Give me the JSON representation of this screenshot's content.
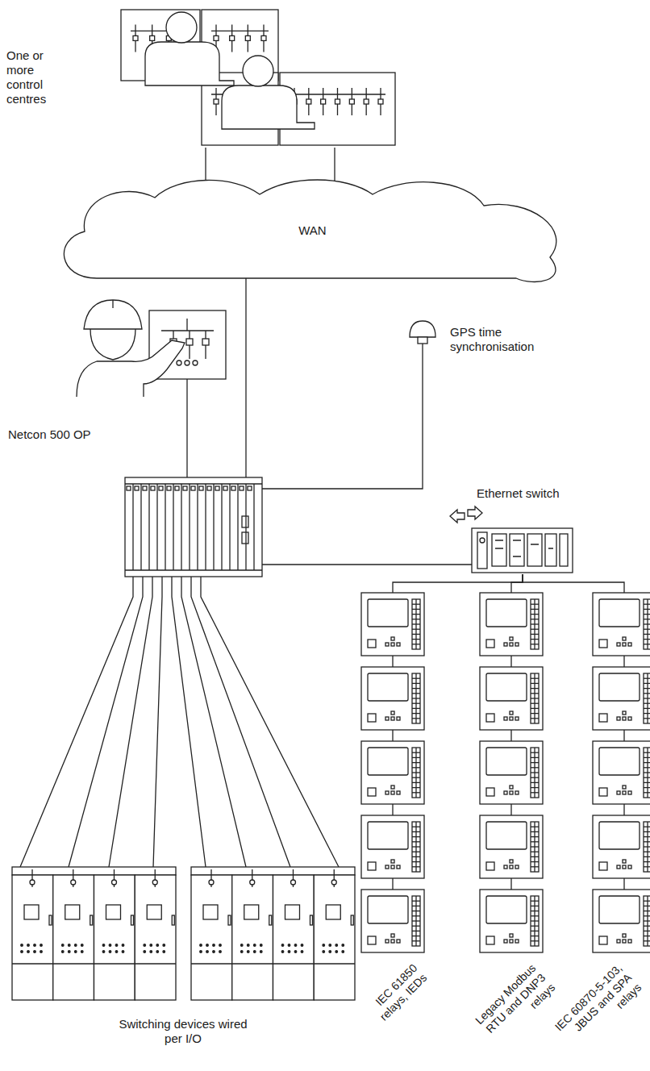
{
  "diagram": {
    "nodes": [
      {
        "text": [
          "One or more control centres"
        ]
      },
      {
        "text": [
          "WAN"
        ]
      },
      {
        "text": [
          "Netcon 500 OP"
        ]
      },
      {
        "text": [
          "GPS time synchronisation"
        ]
      },
      {
        "text": [
          "Ethernet switch"
        ]
      },
      {
        "text": [
          "Switching devices wired per I/O"
        ]
      },
      {
        "text": [
          "IEC 61850 relays, IEDs"
        ]
      },
      {
        "text": [
          "Legacy Modbus RTU and DNP3 relays"
        ]
      },
      {
        "text": [
          "IEC 60870-5-103, JBUS and SPA relays"
        ]
      }
    ],
    "edges": [
      {
        "from": 0,
        "to": 1,
        "arrow": "none"
      },
      {
        "from": 0,
        "to": 1,
        "arrow": "none"
      },
      {
        "from": 4,
        "to": 6,
        "arrow": "none"
      },
      {
        "from": 4,
        "to": 7,
        "arrow": "none"
      },
      {
        "from": 4,
        "to": 8,
        "arrow": "none"
      }
    ]
  }
}
